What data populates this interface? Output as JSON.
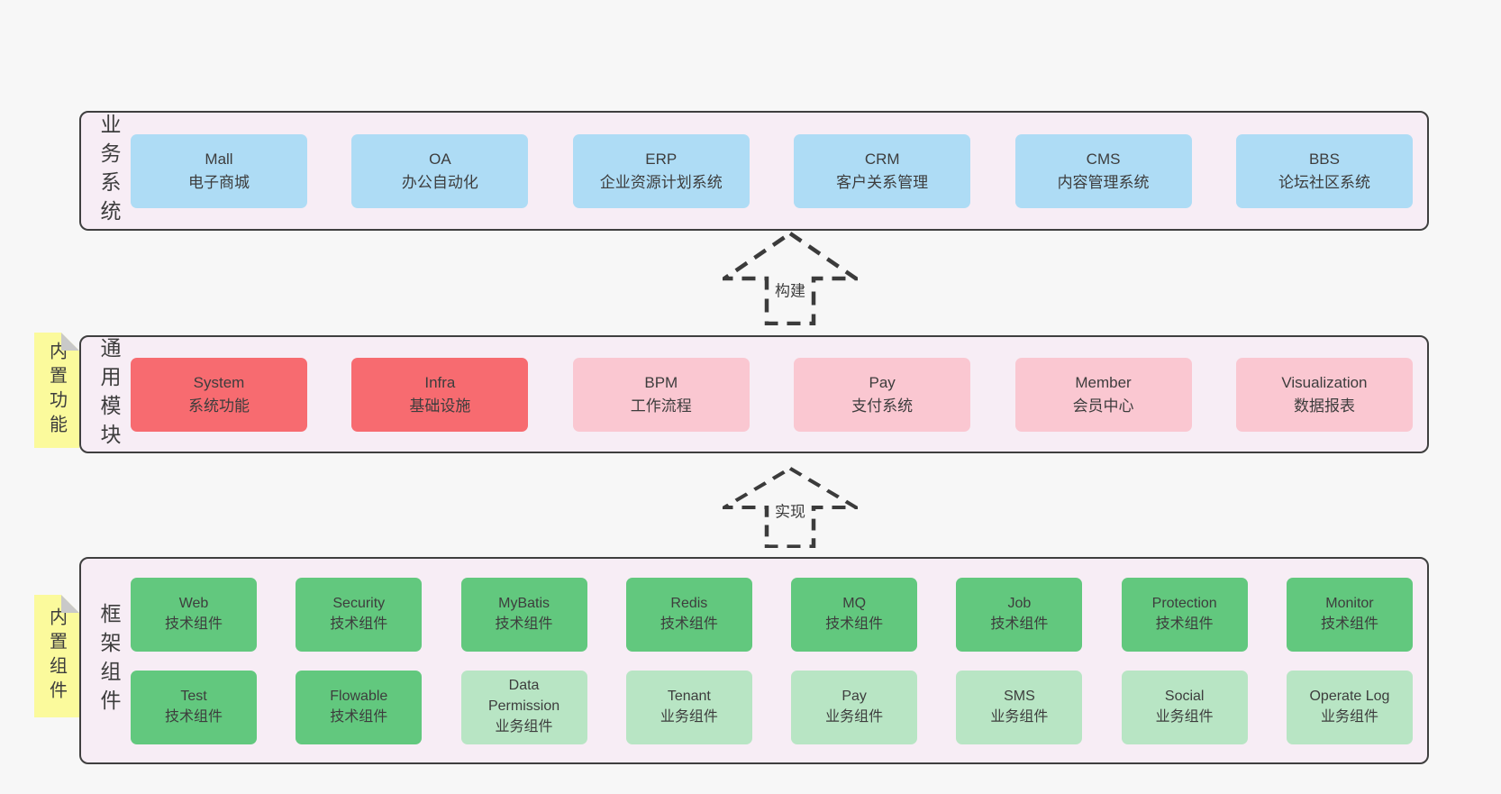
{
  "colors": {
    "page_bg": "#f7f7f7",
    "band_bg": "#f7edf5",
    "border": "#3f3f3f",
    "text": "#3d3d3d",
    "blue": "#aedcf5",
    "red": "#f76b70",
    "pink": "#fac7d1",
    "green": "#62c87e",
    "light_green": "#b8e5c4",
    "yellow": "#fbfa9c",
    "fold": "#c9c9c9"
  },
  "bands": [
    {
      "label": "业务系统",
      "boxes": [
        {
          "title": "Mall",
          "subtitle": "电子商城",
          "variant": "blue"
        },
        {
          "title": "OA",
          "subtitle": "办公自动化",
          "variant": "blue"
        },
        {
          "title": "ERP",
          "subtitle": "企业资源计划系统",
          "variant": "blue"
        },
        {
          "title": "CRM",
          "subtitle": "客户关系管理",
          "variant": "blue"
        },
        {
          "title": "CMS",
          "subtitle": "内容管理系统",
          "variant": "blue"
        },
        {
          "title": "BBS",
          "subtitle": "论坛社区系统",
          "variant": "blue"
        }
      ]
    },
    {
      "label": "通用模块",
      "sticky": "内置功能",
      "boxes": [
        {
          "title": "System",
          "subtitle": "系统功能",
          "variant": "red"
        },
        {
          "title": "Infra",
          "subtitle": "基础设施",
          "variant": "red"
        },
        {
          "title": "BPM",
          "subtitle": "工作流程",
          "variant": "pink"
        },
        {
          "title": "Pay",
          "subtitle": "支付系统",
          "variant": "pink"
        },
        {
          "title": "Member",
          "subtitle": "会员中心",
          "variant": "pink"
        },
        {
          "title": "Visualization",
          "subtitle": "数据报表",
          "variant": "pink"
        }
      ]
    },
    {
      "label": "框架组件",
      "sticky": "内置组件",
      "rows": [
        [
          {
            "title": "Web",
            "subtitle": "技术组件",
            "variant": "green"
          },
          {
            "title": "Security",
            "subtitle": "技术组件",
            "variant": "green"
          },
          {
            "title": "MyBatis",
            "subtitle": "技术组件",
            "variant": "green"
          },
          {
            "title": "Redis",
            "subtitle": "技术组件",
            "variant": "green"
          },
          {
            "title": "MQ",
            "subtitle": "技术组件",
            "variant": "green"
          },
          {
            "title": "Job",
            "subtitle": "技术组件",
            "variant": "green"
          },
          {
            "title": "Protection",
            "subtitle": "技术组件",
            "variant": "green"
          },
          {
            "title": "Monitor",
            "subtitle": "技术组件",
            "variant": "green"
          }
        ],
        [
          {
            "title": "Test",
            "subtitle": "技术组件",
            "variant": "green"
          },
          {
            "title": "Flowable",
            "subtitle": "技术组件",
            "variant": "green"
          },
          {
            "title": "Data Permission",
            "subtitle": "业务组件",
            "variant": "light-green"
          },
          {
            "title": "Tenant",
            "subtitle": "业务组件",
            "variant": "light-green"
          },
          {
            "title": "Pay",
            "subtitle": "业务组件",
            "variant": "light-green"
          },
          {
            "title": "SMS",
            "subtitle": "业务组件",
            "variant": "light-green"
          },
          {
            "title": "Social",
            "subtitle": "业务组件",
            "variant": "light-green"
          },
          {
            "title": "Operate Log",
            "subtitle": "业务组件",
            "variant": "light-green"
          }
        ]
      ]
    }
  ],
  "arrows": [
    {
      "label": "构建"
    },
    {
      "label": "实现"
    }
  ]
}
